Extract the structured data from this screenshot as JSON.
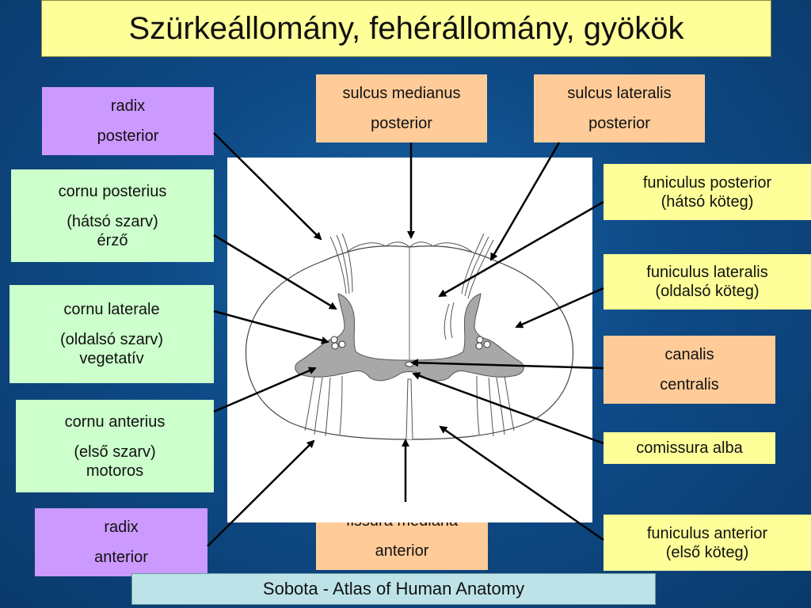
{
  "title": "Szürkeállomány, fehérállomány, gyökök",
  "labels": {
    "radix_posterior": [
      "radix",
      "posterior"
    ],
    "cornu_posterius": [
      "cornu posterius",
      "(hátsó szarv)",
      "érző"
    ],
    "cornu_laterale": [
      "cornu laterale",
      "(oldalsó szarv)",
      "vegetatív"
    ],
    "cornu_anterius": [
      "cornu anterius",
      "(első szarv)",
      "motoros"
    ],
    "radix_anterior": [
      "radix",
      "anterior"
    ],
    "sulcus_medianus": [
      "sulcus medianus",
      "posterior"
    ],
    "sulcus_lateralis": [
      "sulcus lateralis",
      "posterior"
    ],
    "funiculus_posterior": [
      "funiculus posterior",
      "(hátsó köteg)"
    ],
    "funiculus_lateralis": [
      "funiculus lateralis",
      "(oldalsó köteg)"
    ],
    "canalis_centralis": [
      "canalis",
      "centralis"
    ],
    "comissura_alba": [
      "comissura alba"
    ],
    "fissura_mediana": [
      "fissura mediana",
      "anterior"
    ],
    "funiculus_anterior": [
      "funiculus anterior",
      "(első köteg)"
    ]
  },
  "footer": "Sobota - Atlas of Human Anatomy",
  "colors": {
    "background": "#0e4a86",
    "title_bg": "#ffff99",
    "radix_box": "#cc99ff",
    "cornu_box": "#ccffcc",
    "sulcus_box": "#ffcc99",
    "funiculus_box": "#ffff99",
    "footer_bg": "#bde3e8",
    "grey_matter": "#a8a8a8"
  }
}
